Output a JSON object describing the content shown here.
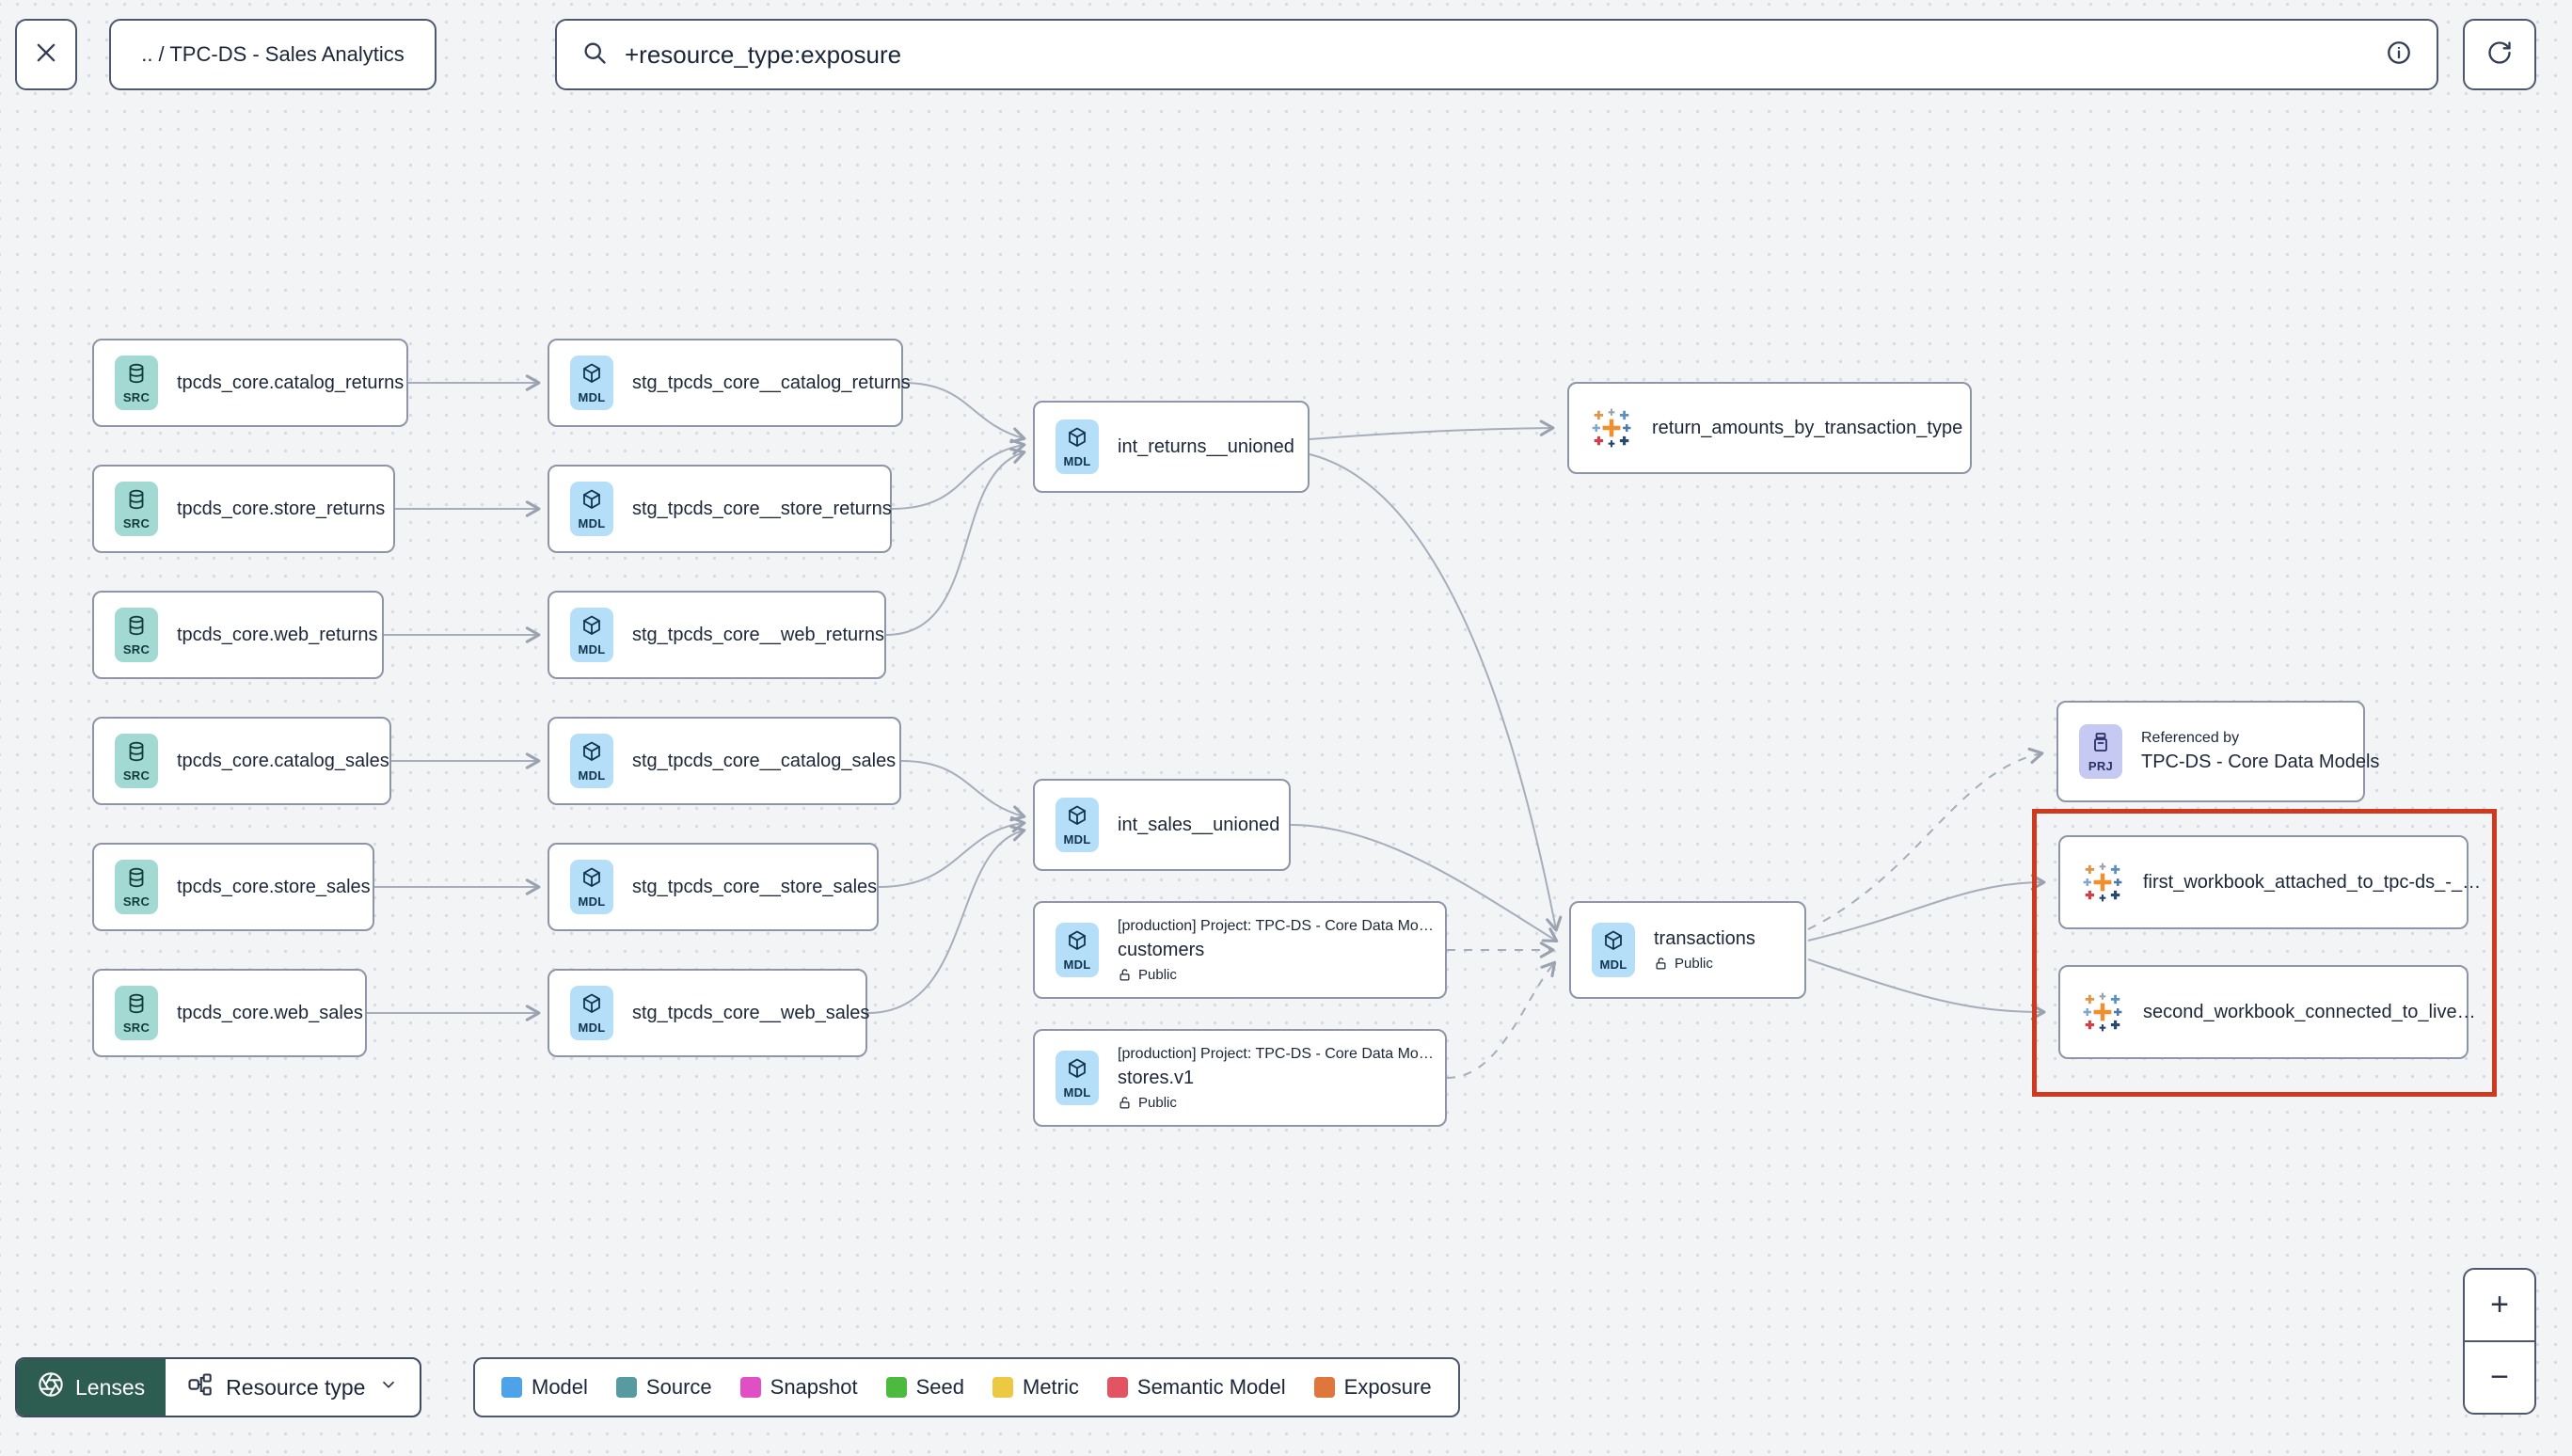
{
  "colors": {
    "background": "#f3f4f6",
    "highlight": "#cf3a1e",
    "edge": "#a6adbb",
    "badge_src_bg": "#a3d9d3",
    "badge_mdl_bg": "#b5def8",
    "badge_prj_bg": "#c6c9f2",
    "lenses_bg": "#2d5c51"
  },
  "header": {
    "breadcrumb": ".. / TPC-DS - Sales Analytics",
    "search_value": "+resource_type:exposure"
  },
  "graph": {
    "nodes": [
      {
        "id": "src_catalog_returns",
        "kind": "source",
        "badge": "SRC",
        "label": "tpcds_core.catalog_returns"
      },
      {
        "id": "src_store_returns",
        "kind": "source",
        "badge": "SRC",
        "label": "tpcds_core.store_returns"
      },
      {
        "id": "src_web_returns",
        "kind": "source",
        "badge": "SRC",
        "label": "tpcds_core.web_returns"
      },
      {
        "id": "src_catalog_sales",
        "kind": "source",
        "badge": "SRC",
        "label": "tpcds_core.catalog_sales"
      },
      {
        "id": "src_store_sales",
        "kind": "source",
        "badge": "SRC",
        "label": "tpcds_core.store_sales"
      },
      {
        "id": "src_web_sales",
        "kind": "source",
        "badge": "SRC",
        "label": "tpcds_core.web_sales"
      },
      {
        "id": "stg_catalog_returns",
        "kind": "model",
        "badge": "MDL",
        "label": "stg_tpcds_core__catalog_returns"
      },
      {
        "id": "stg_store_returns",
        "kind": "model",
        "badge": "MDL",
        "label": "stg_tpcds_core__store_returns"
      },
      {
        "id": "stg_web_returns",
        "kind": "model",
        "badge": "MDL",
        "label": "stg_tpcds_core__web_returns"
      },
      {
        "id": "stg_catalog_sales",
        "kind": "model",
        "badge": "MDL",
        "label": "stg_tpcds_core__catalog_sales"
      },
      {
        "id": "stg_store_sales",
        "kind": "model",
        "badge": "MDL",
        "label": "stg_tpcds_core__store_sales"
      },
      {
        "id": "stg_web_sales",
        "kind": "model",
        "badge": "MDL",
        "label": "stg_tpcds_core__web_sales"
      },
      {
        "id": "int_returns",
        "kind": "model",
        "badge": "MDL",
        "label": "int_returns__unioned"
      },
      {
        "id": "int_sales",
        "kind": "model",
        "badge": "MDL",
        "label": "int_sales__unioned"
      },
      {
        "id": "customers",
        "kind": "model",
        "badge": "MDL",
        "label": "customers",
        "project_line": "[production] Project: TPC-DS - Core Data Mo…",
        "access": "Public"
      },
      {
        "id": "stores",
        "kind": "model",
        "badge": "MDL",
        "label": "stores.v1",
        "project_line": "[production] Project: TPC-DS - Core Data Mo…",
        "access": "Public"
      },
      {
        "id": "transactions",
        "kind": "model",
        "badge": "MDL",
        "label": "transactions",
        "access": "Public"
      },
      {
        "id": "prj_core",
        "kind": "project",
        "badge": "PRJ",
        "title": "Referenced by",
        "label": "TPC-DS - Core Data Models"
      },
      {
        "id": "exp_returns",
        "kind": "exposure",
        "label": "return_amounts_by_transaction_type"
      },
      {
        "id": "exp_first",
        "kind": "exposure",
        "label": "first_workbook_attached_to_tpc-ds_-_…"
      },
      {
        "id": "exp_second",
        "kind": "exposure",
        "label": "second_workbook_connected_to_live…"
      }
    ],
    "edges": [
      {
        "from": "src_catalog_returns",
        "to": "stg_catalog_returns",
        "style": "solid"
      },
      {
        "from": "src_store_returns",
        "to": "stg_store_returns",
        "style": "solid"
      },
      {
        "from": "src_web_returns",
        "to": "stg_web_returns",
        "style": "solid"
      },
      {
        "from": "src_catalog_sales",
        "to": "stg_catalog_sales",
        "style": "solid"
      },
      {
        "from": "src_store_sales",
        "to": "stg_store_sales",
        "style": "solid"
      },
      {
        "from": "src_web_sales",
        "to": "stg_web_sales",
        "style": "solid"
      },
      {
        "from": "stg_catalog_returns",
        "to": "int_returns",
        "style": "solid"
      },
      {
        "from": "stg_store_returns",
        "to": "int_returns",
        "style": "solid"
      },
      {
        "from": "stg_web_returns",
        "to": "int_returns",
        "style": "solid"
      },
      {
        "from": "stg_catalog_sales",
        "to": "int_sales",
        "style": "solid"
      },
      {
        "from": "stg_store_sales",
        "to": "int_sales",
        "style": "solid"
      },
      {
        "from": "stg_web_sales",
        "to": "int_sales",
        "style": "solid"
      },
      {
        "from": "int_returns",
        "to": "exp_returns",
        "style": "solid"
      },
      {
        "from": "int_returns",
        "to": "transactions",
        "style": "solid"
      },
      {
        "from": "int_sales",
        "to": "transactions",
        "style": "solid"
      },
      {
        "from": "customers",
        "to": "transactions",
        "style": "dashed"
      },
      {
        "from": "stores",
        "to": "transactions",
        "style": "dashed"
      },
      {
        "from": "transactions",
        "to": "prj_core",
        "style": "dashed"
      },
      {
        "from": "transactions",
        "to": "exp_first",
        "style": "solid"
      },
      {
        "from": "transactions",
        "to": "exp_second",
        "style": "solid"
      }
    ]
  },
  "legend": {
    "items": [
      {
        "label": "Model",
        "color": "#4da3e8"
      },
      {
        "label": "Source",
        "color": "#579ba1"
      },
      {
        "label": "Snapshot",
        "color": "#e04fc4"
      },
      {
        "label": "Seed",
        "color": "#4cba3f"
      },
      {
        "label": "Metric",
        "color": "#edc843"
      },
      {
        "label": "Semantic Model",
        "color": "#e35462"
      },
      {
        "label": "Exposure",
        "color": "#e0763c"
      }
    ]
  },
  "toolbar": {
    "lenses": "Lenses",
    "resource_type": "Resource type"
  },
  "zoom": {
    "in": "+",
    "out": "−"
  }
}
